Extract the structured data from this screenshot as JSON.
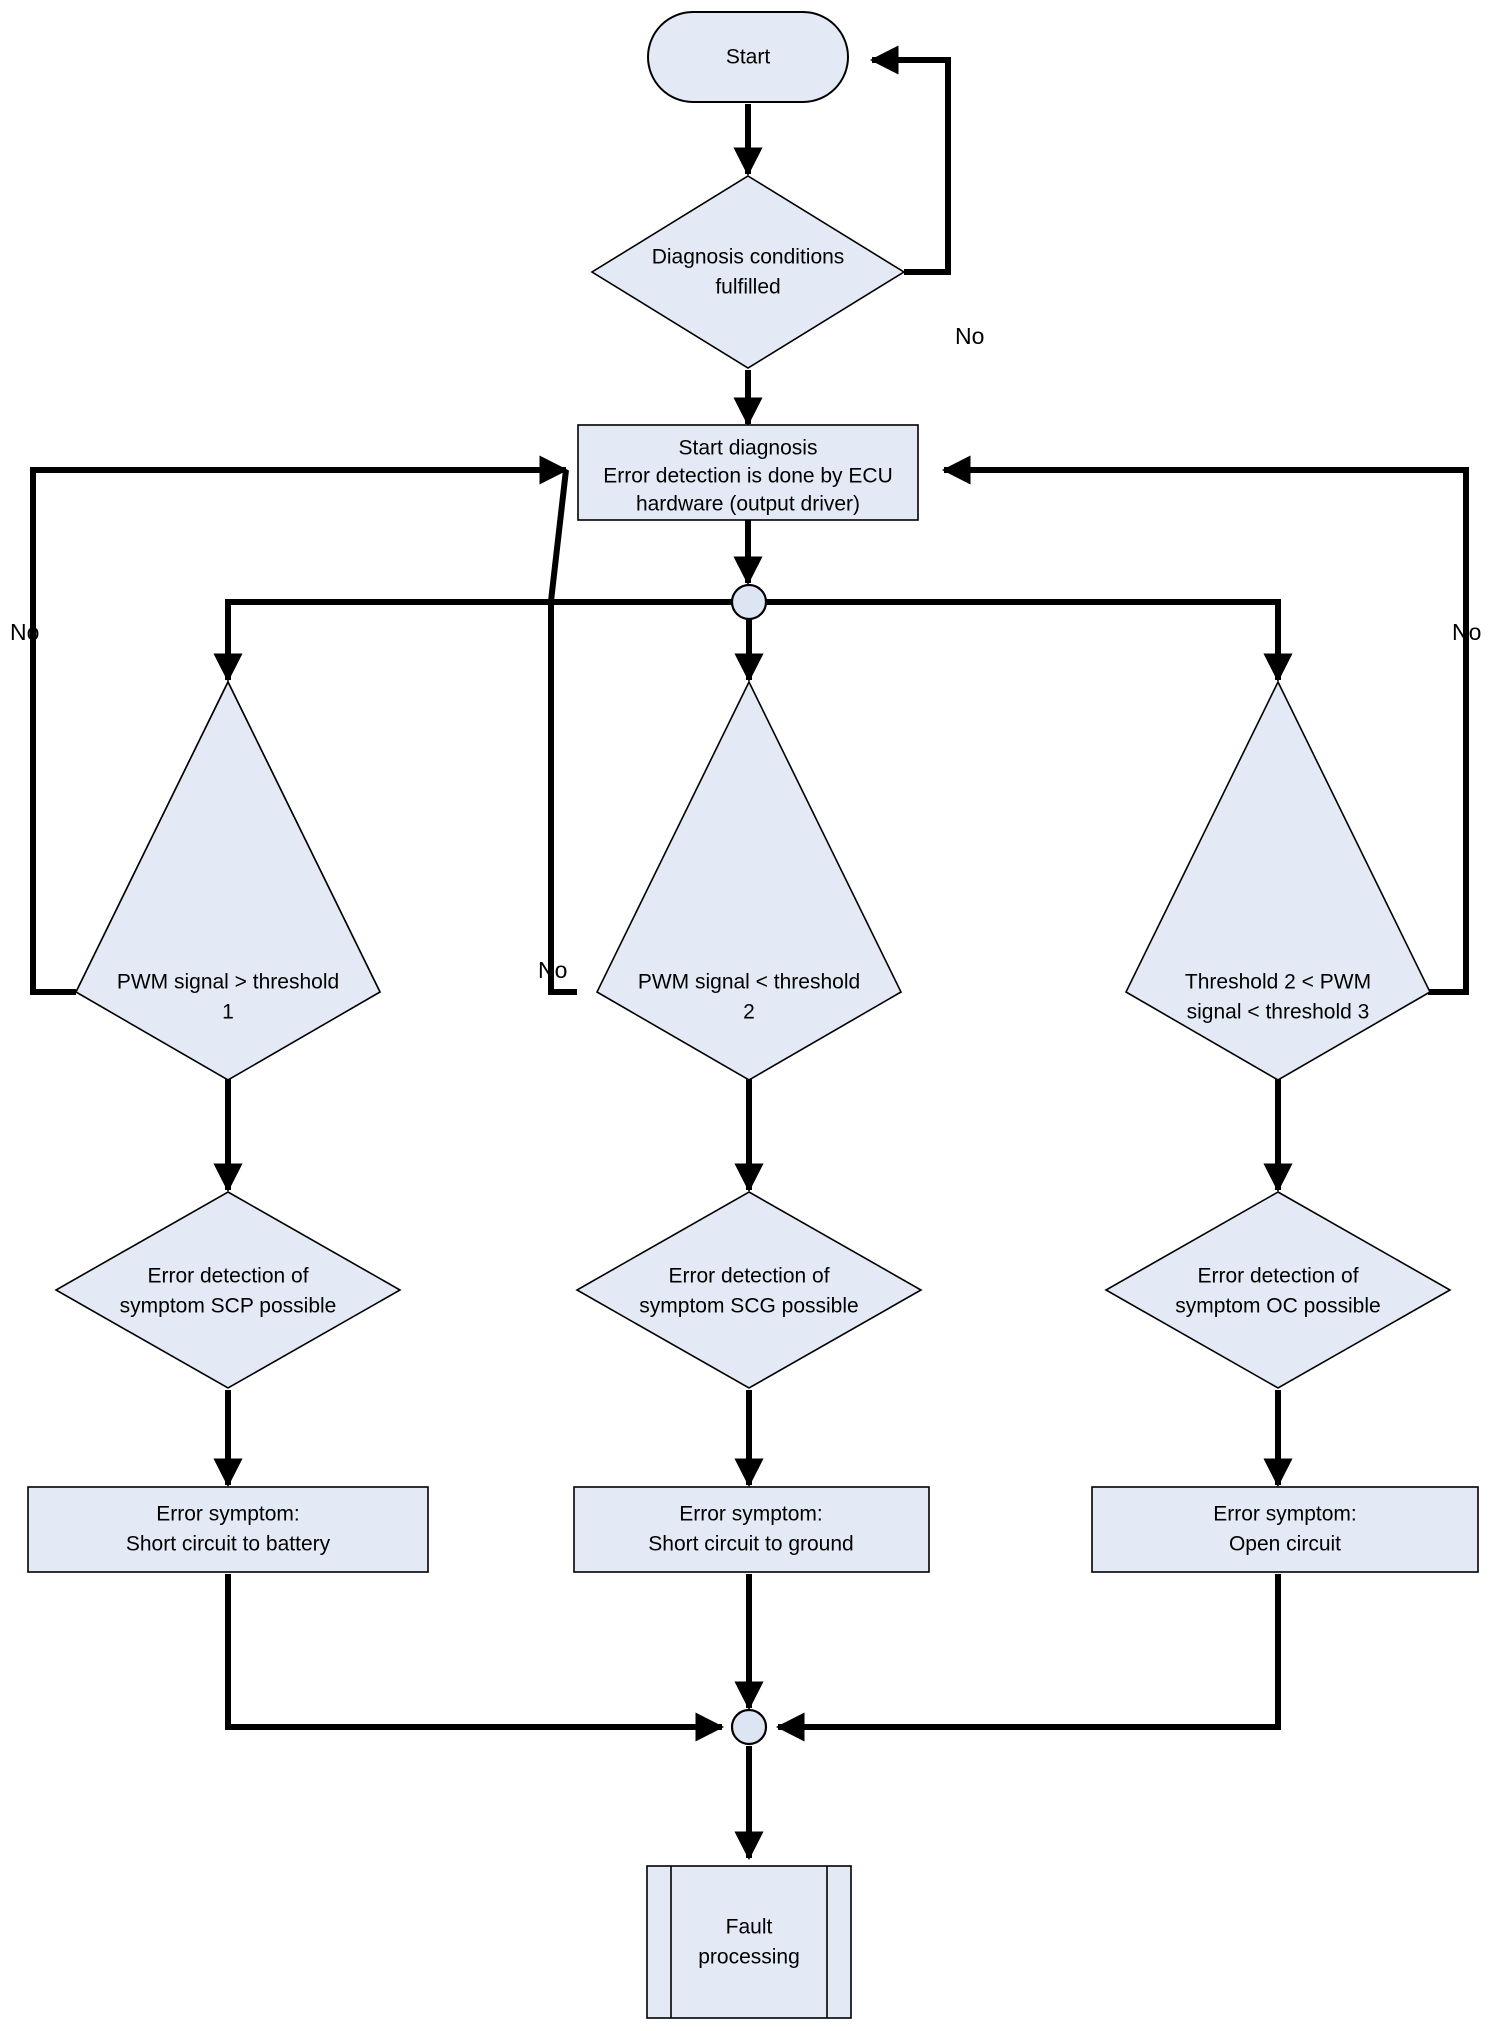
{
  "diagram": {
    "title": "PWM output driver error detection flowchart",
    "accent_fill": "#e4eaf5",
    "line_color": "#000000",
    "background": "#ffffff",
    "nodes": {
      "start": {
        "type": "terminator",
        "label": "Start"
      },
      "diagnosis_conditions": {
        "type": "decision",
        "line1": "Diagnosis conditions",
        "line2": "fulfilled"
      },
      "start_diagnosis": {
        "type": "process",
        "line1": "Start diagnosis",
        "line2": "Error detection is done by ECU",
        "line3": "hardware (output driver)"
      },
      "junction_top": {
        "type": "connector",
        "label": ""
      },
      "decision_scp": {
        "type": "decision",
        "line1": "PWM signal > threshold",
        "line2": "1"
      },
      "decision_scg": {
        "type": "decision",
        "line1": "PWM signal < threshold",
        "line2": "2"
      },
      "decision_oc": {
        "type": "decision",
        "line1": "Threshold 2 < PWM",
        "line2": "signal < threshold 3"
      },
      "detect_scp": {
        "type": "decision",
        "line1": "Error detection of",
        "line2": "symptom SCP possible"
      },
      "detect_scg": {
        "type": "decision",
        "line1": "Error detection of",
        "line2": "symptom SCG possible"
      },
      "detect_oc": {
        "type": "decision",
        "line1": "Error detection of",
        "line2": "symptom OC possible"
      },
      "symptom_scp": {
        "type": "process",
        "line1": "Error symptom:",
        "line2": "Short circuit to battery"
      },
      "symptom_scg": {
        "type": "process",
        "line1": "Error symptom:",
        "line2": "Short circuit to ground"
      },
      "symptom_oc": {
        "type": "process",
        "line1": "Error symptom:",
        "line2": "Open circuit"
      },
      "junction_bottom": {
        "type": "connector",
        "label": ""
      },
      "fault_processing": {
        "type": "predefined-process",
        "line1": "Fault",
        "line2": "processing"
      }
    },
    "edge_labels": {
      "no_diagnosis_conditions": "No",
      "no_left": "No",
      "no_middle": "No",
      "no_right": "No"
    }
  }
}
